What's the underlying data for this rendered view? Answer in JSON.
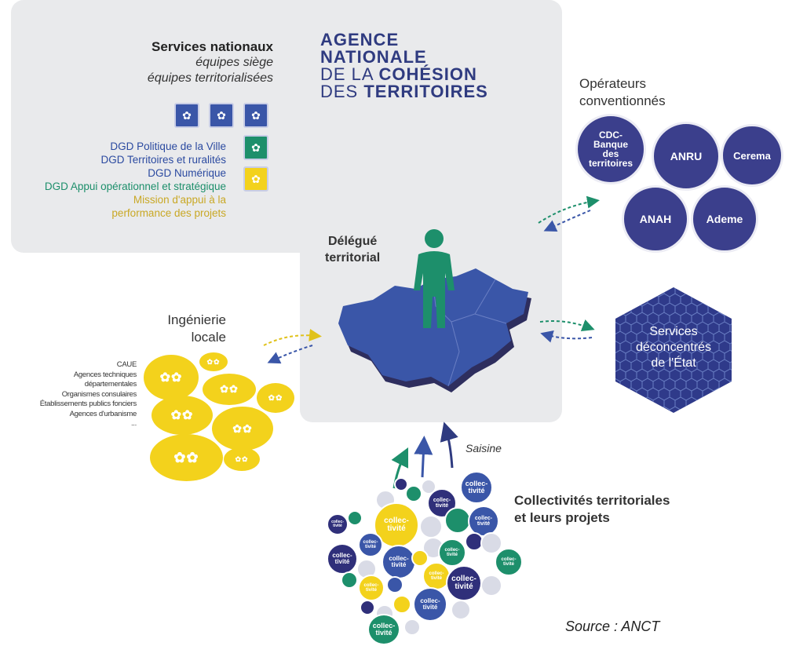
{
  "agency": {
    "line1": "AGENCE",
    "line2": "NATIONALE",
    "line3_light": "DE LA ",
    "line3_bold": "COHÉSION",
    "line4_light": "DES ",
    "line4_bold": "TERRITOIRES"
  },
  "services": {
    "title": "Services nationaux",
    "sub1": "équipes siège",
    "sub2": "équipes territorialisées"
  },
  "dgd": {
    "item1": "DGD Politique de la Ville",
    "item2": "DGD Territoires et ruralités",
    "item3": "DGD Numérique",
    "item4": "DGD Appui opérationnel et stratégique",
    "item5a": "Mission d'appui à la",
    "item5b": "performance des projets"
  },
  "delegue": {
    "line1": "Délégué",
    "line2": "territorial"
  },
  "operateurs": {
    "title1": "Opérateurs",
    "title2": "conventionnés",
    "cdc": "CDC-\nBanque\ndes\nterritoires",
    "anru": "ANRU",
    "cerema": "Cerema",
    "anah": "ANAH",
    "ademe": "Ademe"
  },
  "etat": {
    "label1": "Services",
    "label2": "déconcentrés",
    "label3": "de l'État"
  },
  "ingenierie": {
    "title1": "Ingénierie",
    "title2": "locale",
    "items": [
      "CAUE",
      "Agences techniques",
      "départementales",
      "Organismes consulaires",
      "Établissements publics fonciers",
      "Agences d'urbanisme",
      "..."
    ]
  },
  "collectivites": {
    "title1": "Collectivités territoriales",
    "title2": "et leurs projets",
    "bubble_label": "collec-\ntivité",
    "saisine": "Saisine"
  },
  "source": "Source : ANCT",
  "colors": {
    "navy": "#2f3b80",
    "blue": "#3a56a8",
    "green": "#1d8f6b",
    "yellow": "#f3d21c",
    "panel": "#e9eaec",
    "operator": "#3b3f8c"
  }
}
